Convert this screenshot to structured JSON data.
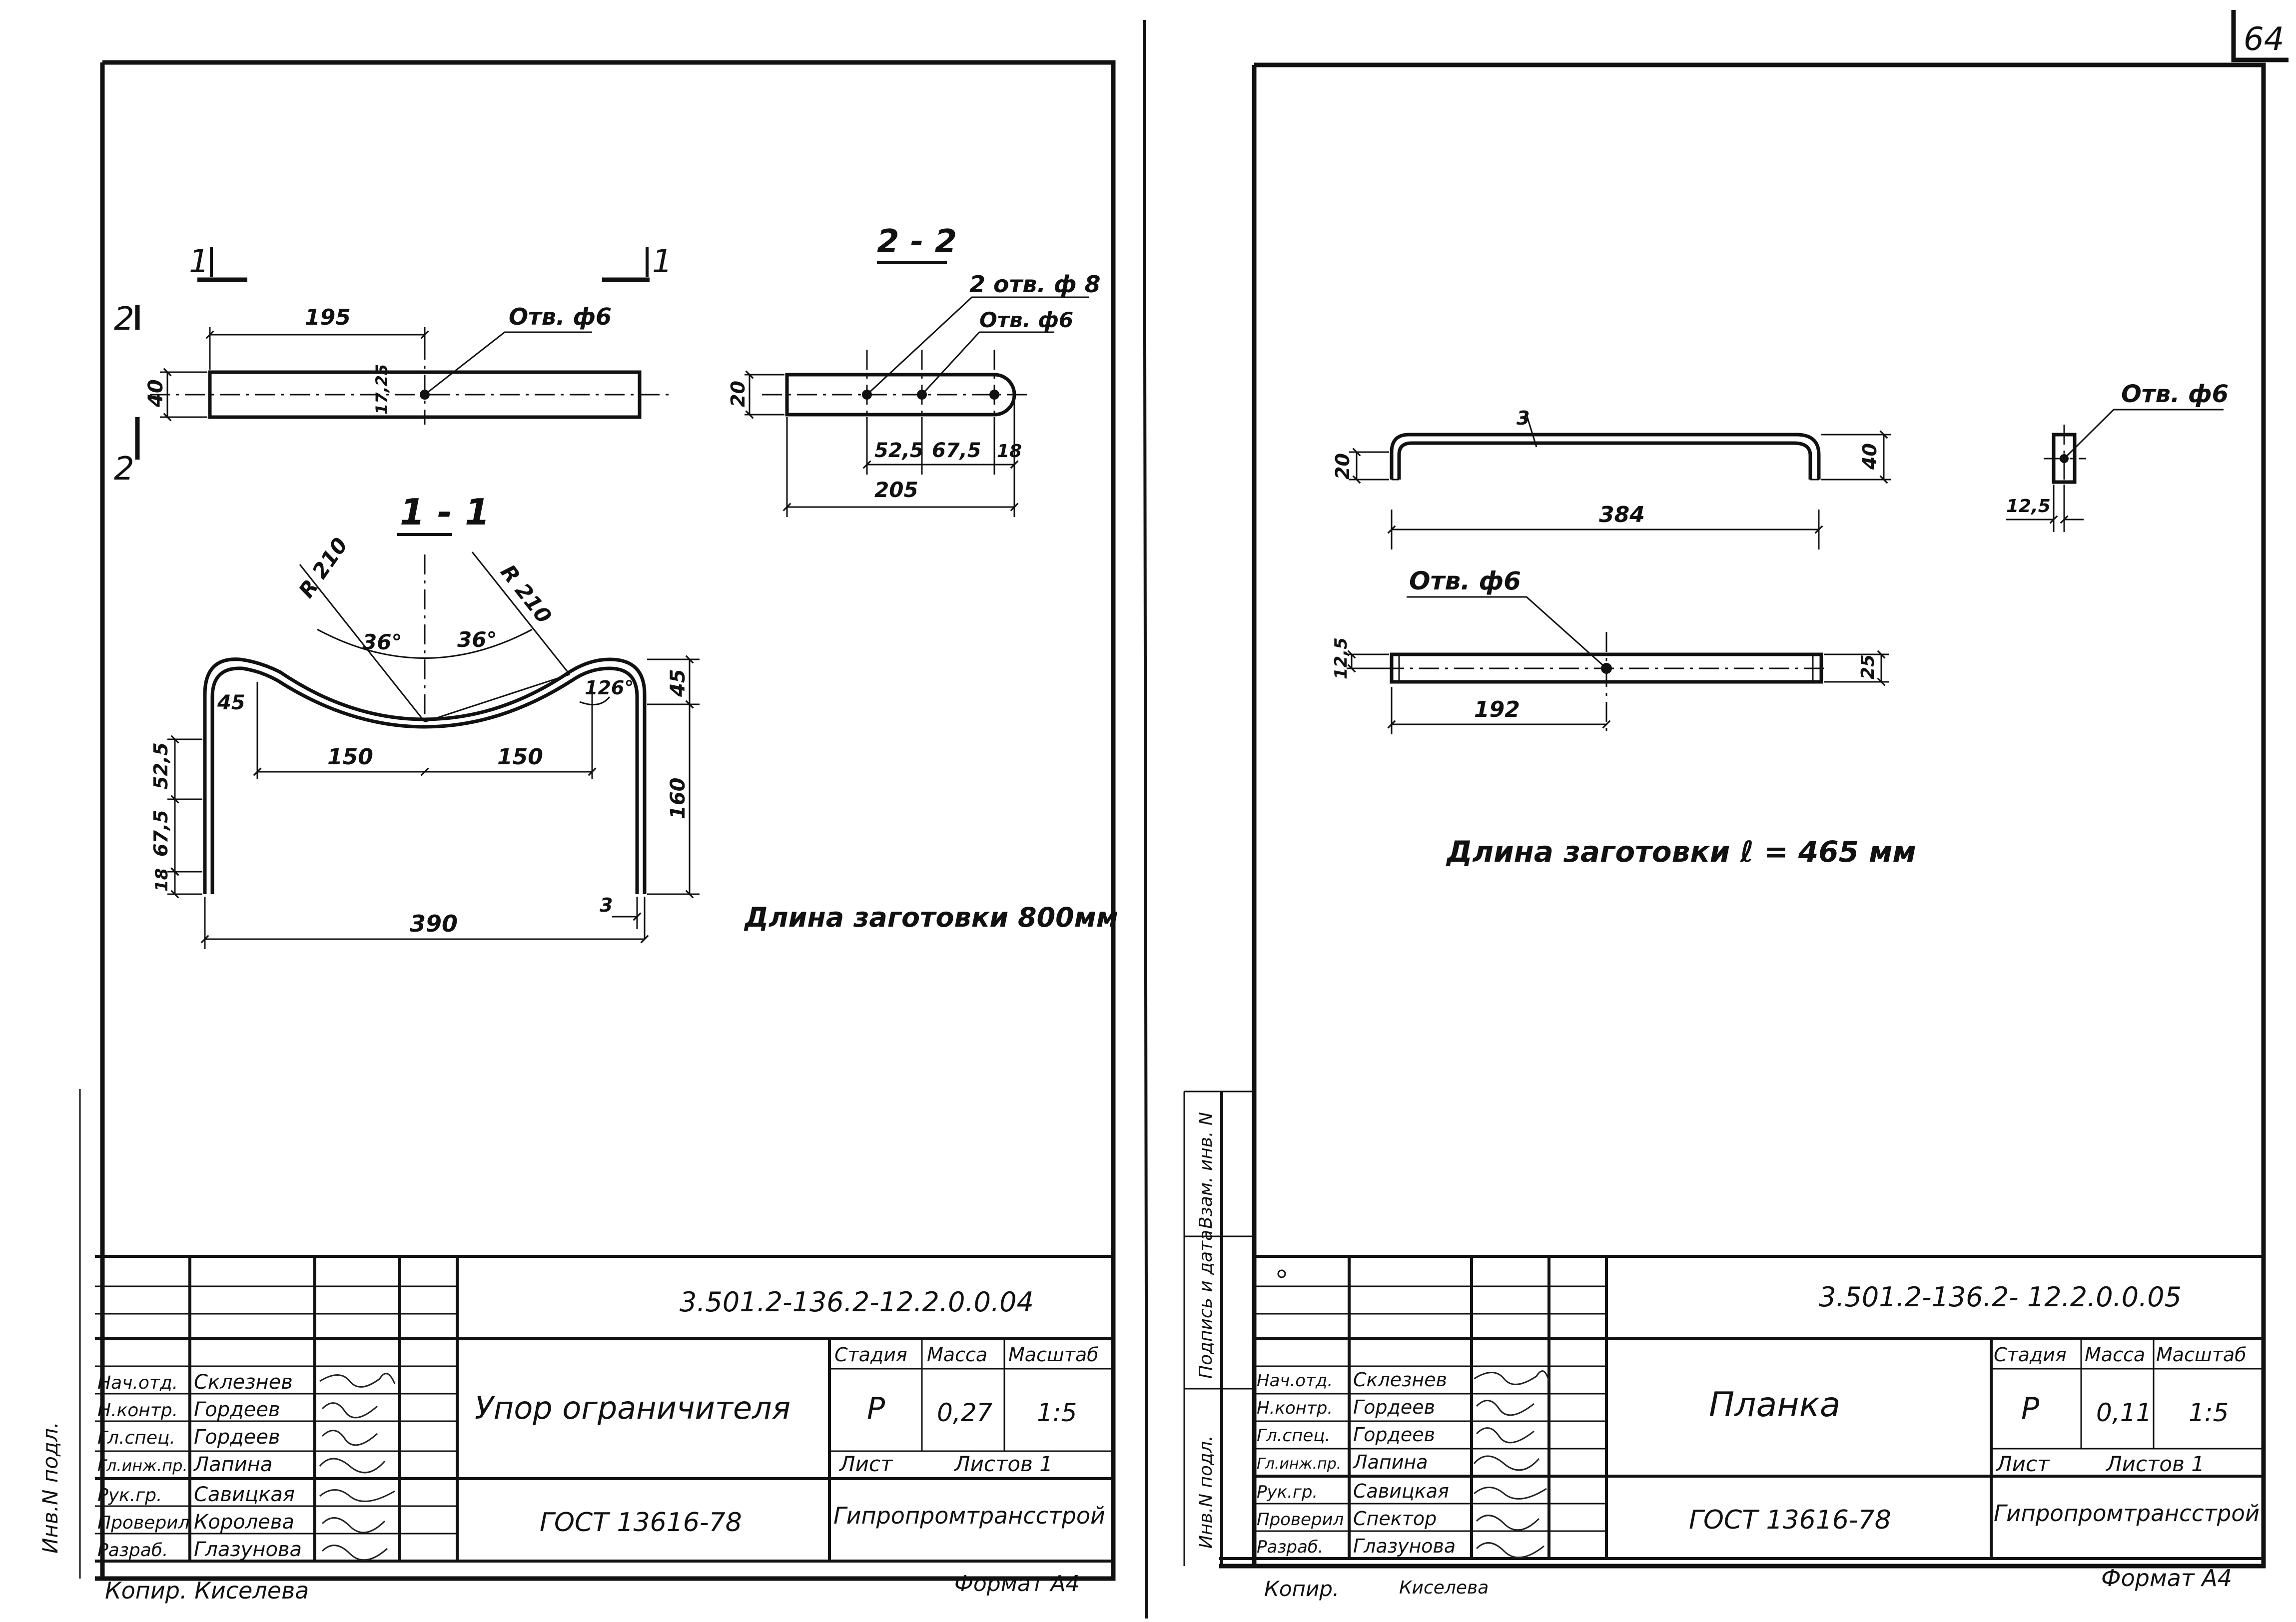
{
  "page_number": "64",
  "left_sheet": {
    "view_top": {
      "section_mark_1": "1",
      "section_mark_2": "2",
      "dim_195": "195",
      "dim_40": "40",
      "dim_17_25": "17,25",
      "hole_label": "Отв. ф6"
    },
    "section_22": {
      "title": "2 - 2",
      "holes_label": "2 отв. ф 8",
      "hole_label": "Отв. ф6",
      "dim_20": "20",
      "dim_52_5": "52,5",
      "dim_67_5": "67,5",
      "dim_18": "18",
      "dim_205": "205"
    },
    "section_11": {
      "title": "1 - 1",
      "radius_left": "R 210",
      "radius_right": "R 210",
      "angle_left": "36°",
      "angle_right": "36°",
      "angle_45": "45",
      "angle_126": "126°",
      "dim_150_left": "150",
      "dim_150_right": "150",
      "dim_52_5": "52,5",
      "dim_67_5": "67,5",
      "dim_18": "18",
      "dim_45": "45",
      "dim_160": "160",
      "dim_3": "3",
      "dim_390": "390"
    },
    "blank_length": "Длина заготовки 800мм",
    "title_block": {
      "doc_number": "3.501.2-136.2-12.2.0.0.04",
      "title": "Упор ограничителя",
      "stage_header": "Стадия",
      "mass_header": "Масса",
      "scale_header": "Масштаб",
      "stage": "Р",
      "mass": "0,27",
      "scale": "1:5",
      "sheet_label": "Лист",
      "sheets_label": "Листов 1",
      "standard": "ГОСТ 13616-78",
      "organization": "Гипропромтрансстрой",
      "roles": [
        "Нач.отд.",
        "Н.контр.",
        "Гл.спец.",
        "Гл.инж.пр.",
        "Рук.гр.",
        "Проверил",
        "Разраб."
      ],
      "names": [
        "Склезнев",
        "Гордеев",
        "Гордеев",
        "Лапина",
        "Савицкая",
        "Королева",
        "Глазунова"
      ]
    },
    "copy_note": "Копир. Киселева",
    "format": "Формат А4",
    "side_label": "Инв.N подл."
  },
  "right_sheet": {
    "top_view": {
      "dim_3": "3",
      "dim_20": "20",
      "dim_40": "40",
      "dim_384": "384"
    },
    "side_detail": {
      "hole_label": "Отв. ф6",
      "dim_12_5": "12,5"
    },
    "plan_view": {
      "hole_label": "Отв. ф6",
      "dim_12_5": "12,5",
      "dim_25": "25",
      "dim_192": "192"
    },
    "blank_length": "Длина заготовки ℓ = 465 мм",
    "title_block": {
      "doc_number": "3.501.2-136.2- 12.2.0.0.05",
      "title": "Планка",
      "stage_header": "Стадия",
      "mass_header": "Масса",
      "scale_header": "Масштаб",
      "stage": "Р",
      "mass": "0,11",
      "scale": "1:5",
      "sheet_label": "Лист",
      "sheets_label": "Листов 1",
      "standard": "ГОСТ 13616-78",
      "organization": "Гипропромтрансстрой",
      "roles": [
        "Нач.отд.",
        "Н.контр.",
        "Гл.спец.",
        "Гл.инж.пр.",
        "Рук.гр.",
        "Проверил",
        "Разраб."
      ],
      "names": [
        "Склезнев",
        "Гордеев",
        "Гордеев",
        "Лапина",
        "Савицкая",
        "Спектор",
        "Глазунова"
      ]
    },
    "copy_note_1": "Копир.",
    "copy_note_2": "Киселева",
    "format": "Формат А4",
    "side_labels": [
      "Инв.N подл.",
      "Подпись и дата",
      "Взам. инв. N"
    ]
  }
}
